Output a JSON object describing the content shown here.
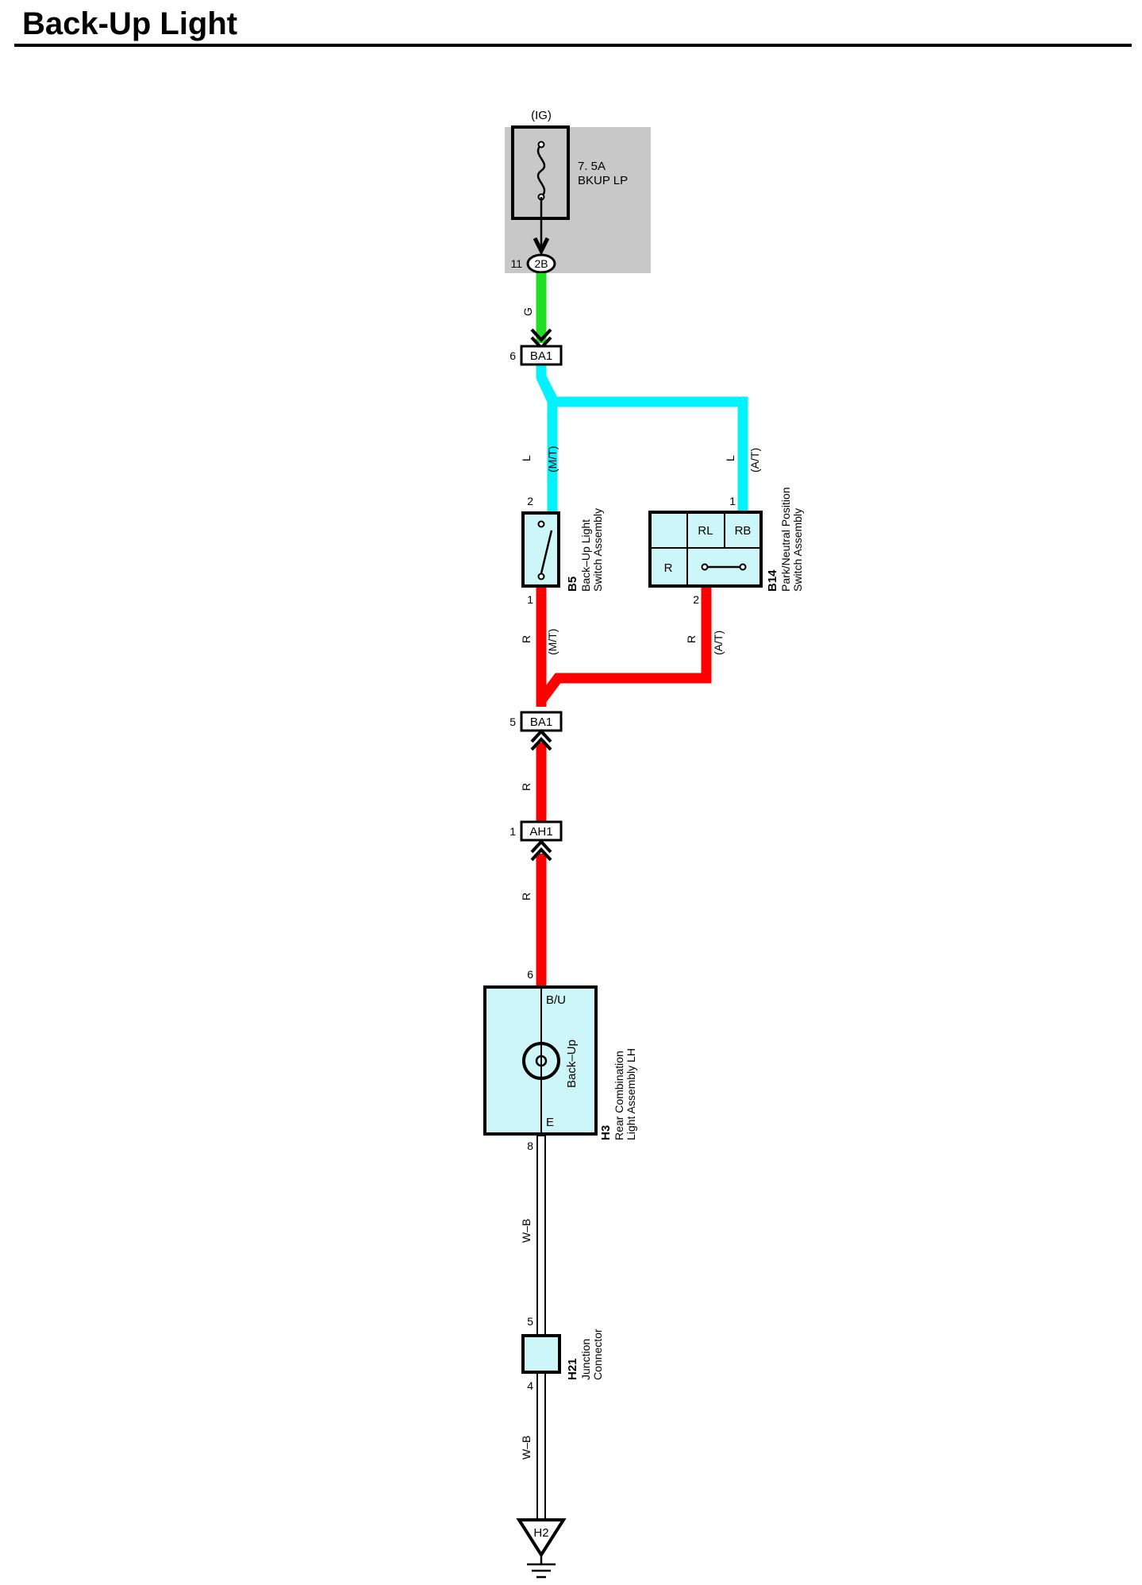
{
  "title": "Back-Up Light",
  "colors": {
    "green": "#22dd22",
    "light_blue": "#00f2ff",
    "red": "#ff0000",
    "component_fill": "#ccf6f8",
    "junction_block_fill": "#c8c8c8"
  },
  "fuse": {
    "source": "(IG)",
    "rating": "7. 5A",
    "name": "BKUP LP",
    "connector": "2B",
    "pin": "11"
  },
  "connectors": {
    "ba1_top": {
      "id": "BA1",
      "pin": "6"
    },
    "ba1_bottom": {
      "id": "BA1",
      "pin": "5"
    },
    "ah1": {
      "id": "AH1",
      "pin": "1"
    }
  },
  "wires": {
    "g": "G",
    "l_mt": "L",
    "mt_label_top": "(M/T)",
    "l_at": "L",
    "at_label_top": "(A/T)",
    "r_mt": "R",
    "mt_label_bottom": "(M/T)",
    "r_at": "R",
    "at_label_bottom": "(A/T)",
    "r_1": "R",
    "r_2": "R",
    "wb_1": "W–B",
    "wb_2": "W–B"
  },
  "b5": {
    "id": "B5",
    "name_line1": "Back–Up Light",
    "name_line2": "Switch Assembly",
    "pin_top": "2",
    "pin_bottom": "1"
  },
  "b14": {
    "id": "B14",
    "name_line1": "Park/Neutral Position",
    "name_line2": "Switch Assembly",
    "pin_top": "1",
    "pin_bottom": "2",
    "cell_rl": "RL",
    "cell_rb": "RB",
    "cell_r": "R"
  },
  "h3": {
    "id": "H3",
    "name_line1": "Rear Combination",
    "name_line2": "Light Assembly LH",
    "pin_top": "6",
    "pin_bottom": "8",
    "terminal_top": "B/U",
    "terminal_bottom": "E",
    "lamp_label": "Back–Up"
  },
  "h21": {
    "id": "H21",
    "name_line1": "Junction",
    "name_line2": "Connector",
    "pin_top": "5",
    "pin_bottom": "4"
  },
  "ground": {
    "id": "H2"
  }
}
